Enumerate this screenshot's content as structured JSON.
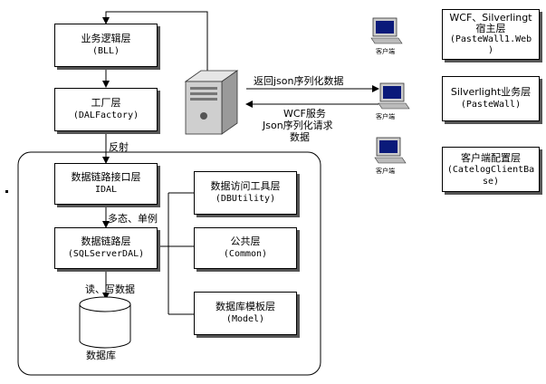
{
  "layers": {
    "bll": {
      "title": "业务逻辑层",
      "sub": "(BLL)"
    },
    "factory": {
      "title": "工厂层",
      "sub": "(DALFactory)"
    },
    "idal": {
      "title": "数据链路接口层",
      "sub": "IDAL"
    },
    "sqlserver": {
      "title": "数据链路层",
      "sub": "(SQLServerDAL)"
    },
    "dbutility": {
      "title": "数据访问工具层",
      "sub": "(DBUtility)"
    },
    "common": {
      "title": "公共层",
      "sub": "(Common)"
    },
    "model": {
      "title": "数据库模板层",
      "sub": "(Model)"
    },
    "database": {
      "title": "数据库"
    }
  },
  "edges": {
    "reflect": "反射",
    "polymorph": "多态、单例",
    "readwrite": "读、写数据",
    "return_json": "返回json序列化数据",
    "wcf_line1": "WCF服务",
    "wcf_line2": "Json序列化请求",
    "wcf_line3": "数据"
  },
  "clients": {
    "label": "客户端"
  },
  "right_layers": {
    "host": {
      "line1": "WCF、Silverlingt",
      "line2": "宿主层",
      "line3": "(PasteWall1.Web",
      "line4": ")"
    },
    "silverlight": {
      "line1": "Silverlight业务层",
      "line2": "(PasteWall)"
    },
    "client_config": {
      "line1": "客户端配置层",
      "line2": "(CatelogClientBa",
      "line3": "se)"
    }
  }
}
